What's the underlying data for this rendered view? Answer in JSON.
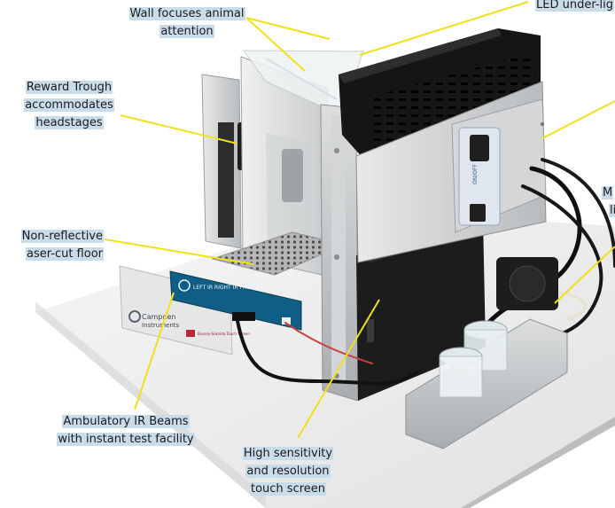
{
  "callouts": {
    "wall": [
      "Wall focuses animal",
      "attention"
    ],
    "led": [
      "LED under-lig"
    ],
    "reward": [
      "Reward Trough",
      "accommodates",
      "headstages"
    ],
    "floor": [
      "Non-reflective",
      "aser-cut floor"
    ],
    "ir": [
      "Ambulatory IR Beams",
      "with instant test facility"
    ],
    "touch": [
      "High sensitivity",
      "and resolution",
      "touch screen"
    ],
    "right_cut": [
      "M",
      "li"
    ]
  },
  "device_text": {
    "logo_brand": "Campden",
    "logo_sub": "Instruments",
    "panel_text": "Bussey-Saksida Touch Screen",
    "box_text": "ON/OFF",
    "board_text": "LEFT IR  RIGHT IR  FRONT IR"
  },
  "colors": {
    "callout_line": "#f2e01c",
    "label_highlight": "#c9dcea",
    "board_blue": "#0f5e86"
  }
}
